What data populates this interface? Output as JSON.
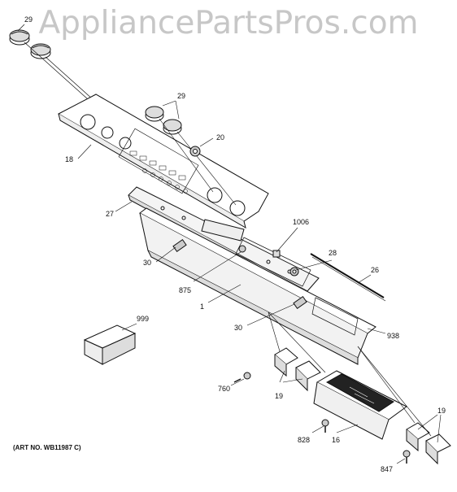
{
  "watermark": "AppliancePartsPros.com",
  "art_number": "(ART NO. WB11987 C)",
  "callouts": {
    "c29a": "29",
    "c29b": "29",
    "c20": "20",
    "c18": "18",
    "c27": "27",
    "c1006": "1006",
    "c28": "28",
    "c26": "26",
    "c30a": "30",
    "c875": "875",
    "c1": "1",
    "c999": "999",
    "c30b": "30",
    "c938": "938",
    "c760": "760",
    "c19a": "19",
    "c828": "828",
    "c16": "16",
    "c19b": "19",
    "c847": "847"
  }
}
